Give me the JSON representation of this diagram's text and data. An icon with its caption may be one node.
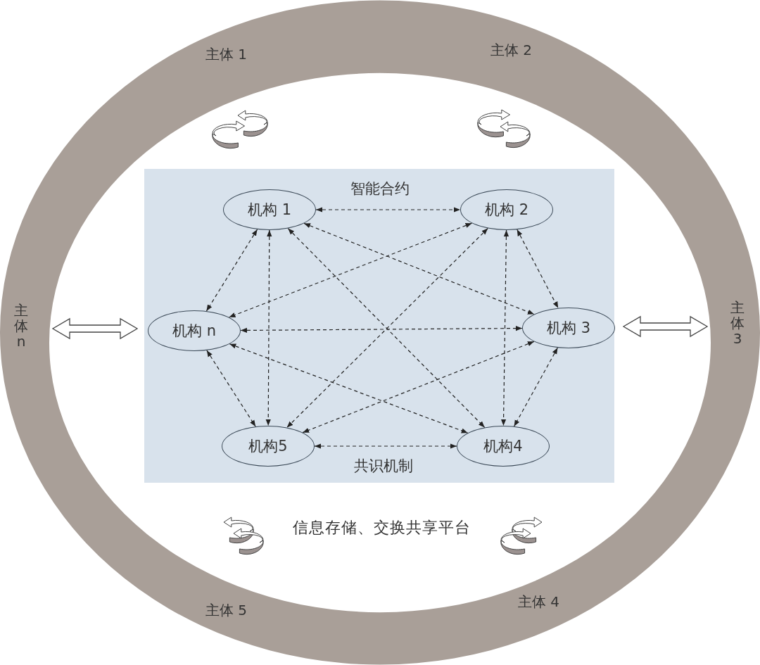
{
  "diagram": {
    "nodes": [
      {
        "text": [
          "主体 1",
          "主体 2",
          "主体 n",
          "主体 3",
          "主体 5",
          "主体 4"
        ]
      },
      {
        "text": [
          "智能合约",
          "共识机制"
        ],
        "in": 0
      },
      {
        "text": [
          "机构 1"
        ],
        "in": 1
      },
      {
        "text": [
          "机构 2"
        ],
        "in": 1
      },
      {
        "text": [
          "机构 n"
        ],
        "in": 1
      },
      {
        "text": [
          "机构 3"
        ],
        "in": 1
      },
      {
        "text": [
          "机构5"
        ],
        "in": 1
      },
      {
        "text": [
          "机构4"
        ],
        "in": 1
      }
    ],
    "edges": [
      {
        "from": 0,
        "to": 1,
        "arrow": "both",
        "style": "thick"
      },
      {
        "from": 1,
        "to": 0,
        "arrow": "both",
        "style": "thick"
      },
      {
        "from": 2,
        "to": 3,
        "arrow": "both",
        "style": "dashed"
      },
      {
        "from": 2,
        "to": 4,
        "arrow": "both",
        "style": "dashed"
      },
      {
        "from": 2,
        "to": 5,
        "arrow": "both",
        "style": "dashed"
      },
      {
        "from": 2,
        "to": 6,
        "arrow": "both",
        "style": "dashed"
      },
      {
        "from": 2,
        "to": 7,
        "arrow": "both",
        "style": "dashed"
      },
      {
        "from": 3,
        "to": 4,
        "arrow": "both",
        "style": "dashed"
      },
      {
        "from": 3,
        "to": 5,
        "arrow": "both",
        "style": "dashed"
      },
      {
        "from": 3,
        "to": 6,
        "arrow": "both",
        "style": "dashed"
      },
      {
        "from": 3,
        "to": 7,
        "arrow": "both",
        "style": "dashed"
      },
      {
        "from": 4,
        "to": 5,
        "arrow": "both",
        "style": "dashed"
      },
      {
        "from": 4,
        "to": 6,
        "arrow": "both",
        "style": "dashed"
      },
      {
        "from": 4,
        "to": 7,
        "arrow": "both",
        "style": "dashed"
      },
      {
        "from": 5,
        "to": 6,
        "arrow": "both",
        "style": "dashed"
      },
      {
        "from": 5,
        "to": 7,
        "arrow": "both",
        "style": "dashed"
      },
      {
        "from": 6,
        "to": 7,
        "arrow": "both",
        "style": "dashed"
      }
    ],
    "labels": [
      "信息存储、交换共享平台"
    ]
  }
}
